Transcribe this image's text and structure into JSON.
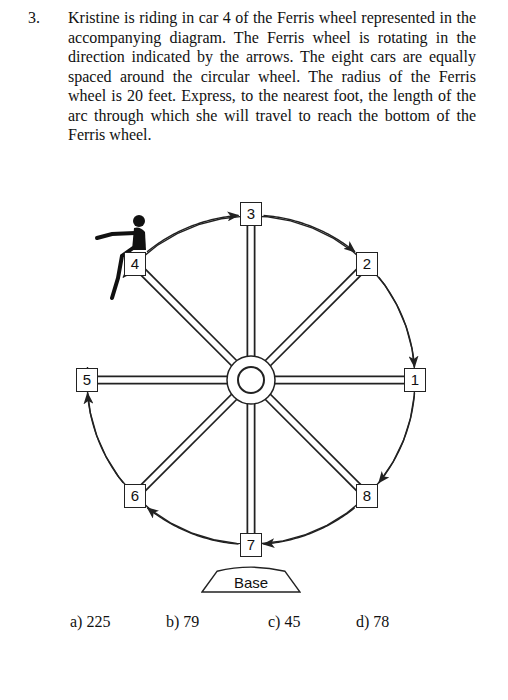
{
  "diagram": {
    "nodes": [
      {
        "text": [
          "3"
        ]
      },
      {
        "text": [
          "4"
        ]
      },
      {
        "text": [
          "2"
        ]
      },
      {
        "text": [
          "5"
        ]
      },
      {
        "text": [
          "1"
        ]
      },
      {
        "text": [
          "6"
        ]
      },
      {
        "text": [
          "8"
        ]
      },
      {
        "text": [
          "7"
        ]
      },
      {
        "text": [
          "Base"
        ]
      }
    ],
    "edges": [
      {
        "from": 1,
        "to": 0,
        "arrow": "to"
      },
      {
        "from": 0,
        "to": 2,
        "arrow": "to"
      },
      {
        "from": 2,
        "to": 4,
        "arrow": "to"
      },
      {
        "from": 4,
        "to": 6,
        "arrow": "to"
      },
      {
        "from": 6,
        "to": 7,
        "arrow": "to"
      },
      {
        "from": 7,
        "to": 5,
        "arrow": "to"
      },
      {
        "from": 5,
        "to": 3,
        "arrow": "to"
      },
      {
        "from": 3,
        "to": 1,
        "arrow": "to"
      }
    ],
    "labels": [
      "3.",
      "Kristine is riding in car 4 of the Ferris wheel represented in the accompanying diagram. The Ferris wheel is rotating in the direction indicated by the arrows. The eight cars are equally spaced around the circular wheel. The radius of the Ferris wheel is 20 feet. Express, to the nearest foot, the length of the arc through which she will travel to reach the bottom of the Ferris wheel.",
      "a) 225",
      "b) 79",
      "c) 45",
      "d) 78"
    ]
  }
}
